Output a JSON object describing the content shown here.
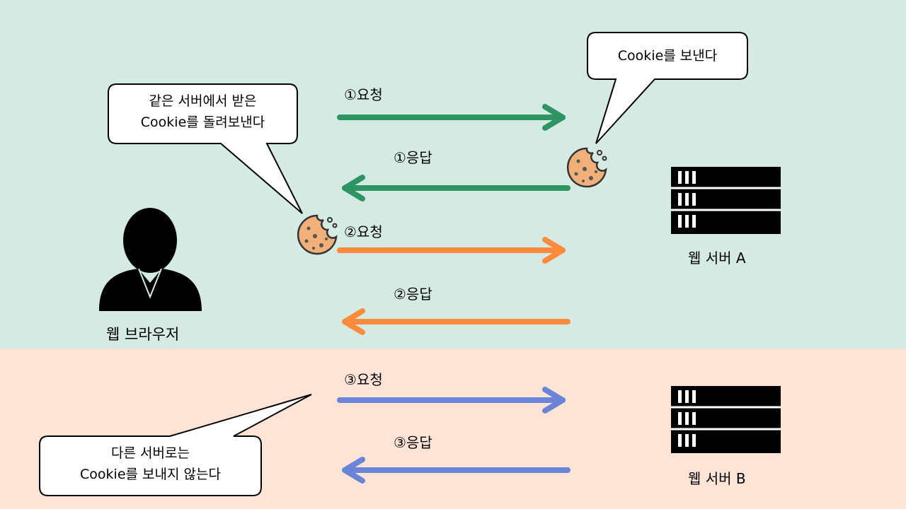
{
  "colors": {
    "top_background": "#d5eae2",
    "bottom_background": "#fde4d7",
    "request_response_1": "#2e9464",
    "request_response_2": "#fd8a3d",
    "request_response_3": "#6a85d7",
    "cookie_fill": "#f1b07a"
  },
  "icons": [
    "person-icon",
    "server-icon",
    "cookie-icon"
  ],
  "browser": {
    "label": "웹 브라우저"
  },
  "server_a": {
    "label": "웹 서버 A"
  },
  "server_b": {
    "label": "웹 서버 B"
  },
  "flows": [
    {
      "request": "①요청",
      "response": "①응답"
    },
    {
      "request": "②요청",
      "response": "②응답"
    },
    {
      "request": "③요청",
      "response": "③응답"
    }
  ],
  "bubbles": {
    "server_sends": "Cookie를 보낸다",
    "browser_returns_line1": "같은 서버에서 받은",
    "browser_returns_line2": "Cookie를 돌려보낸다",
    "other_server_line1": "다른 서버로는",
    "other_server_line2": "Cookie를 보내지 않는다"
  }
}
